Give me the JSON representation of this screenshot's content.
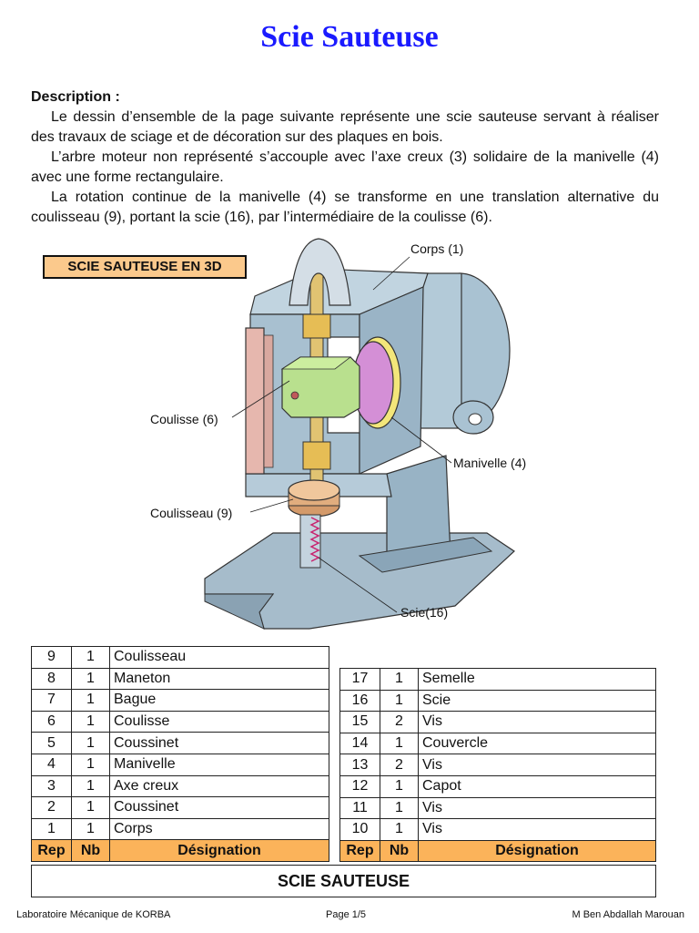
{
  "title": "Scie Sauteuse",
  "description": {
    "heading": "Description :",
    "paragraphs": [
      "Le dessin d’ensemble de la page suivante représente une scie sauteuse servant à réaliser des travaux de sciage et de décoration sur des plaques en bois.",
      "L’arbre moteur non représenté s’accouple avec l’axe creux (3) solidaire de la manivelle (4) avec une forme rectangulaire.",
      "La rotation continue de la manivelle (4) se transforme en une translation alternative du coulisseau (9), portant la scie (16), par l’intermédiaire de la coulisse (6)."
    ]
  },
  "view_label": "SCIE  SAUTEUSE EN 3D",
  "callouts": {
    "corps": "Corps (1)",
    "coulisse": "Coulisse (6)",
    "manivelle": "Manivelle (4)",
    "coulisseau": "Coulisseau (9)",
    "scie": "Scie(16)"
  },
  "table_header": {
    "rep": "Rep",
    "nb": "Nb",
    "designation": "Désignation"
  },
  "parts_left": [
    {
      "rep": "9",
      "nb": "1",
      "designation": "Coulisseau"
    },
    {
      "rep": "8",
      "nb": "1",
      "designation": "Maneton"
    },
    {
      "rep": "7",
      "nb": "1",
      "designation": "Bague"
    },
    {
      "rep": "6",
      "nb": "1",
      "designation": "Coulisse"
    },
    {
      "rep": "5",
      "nb": "1",
      "designation": "Coussinet"
    },
    {
      "rep": "4",
      "nb": "1",
      "designation": "Manivelle"
    },
    {
      "rep": "3",
      "nb": "1",
      "designation": "Axe creux"
    },
    {
      "rep": "2",
      "nb": "1",
      "designation": "Coussinet"
    },
    {
      "rep": "1",
      "nb": "1",
      "designation": "Corps"
    }
  ],
  "parts_right": [
    {
      "rep": "17",
      "nb": "1",
      "designation": "Semelle"
    },
    {
      "rep": "16",
      "nb": "1",
      "designation": "Scie"
    },
    {
      "rep": "15",
      "nb": "2",
      "designation": "Vis"
    },
    {
      "rep": "14",
      "nb": "1",
      "designation": "Couvercle"
    },
    {
      "rep": "13",
      "nb": "2",
      "designation": "Vis"
    },
    {
      "rep": "12",
      "nb": "1",
      "designation": "Capot"
    },
    {
      "rep": "11",
      "nb": "1",
      "designation": "Vis"
    },
    {
      "rep": "10",
      "nb": "1",
      "designation": "Vis"
    }
  ],
  "assembly_name": "SCIE SAUTEUSE",
  "footer": {
    "left": "Laboratoire Mécanique de KORBA",
    "center": "Page 1/5",
    "right": "M Ben Abdallah Marouan"
  }
}
